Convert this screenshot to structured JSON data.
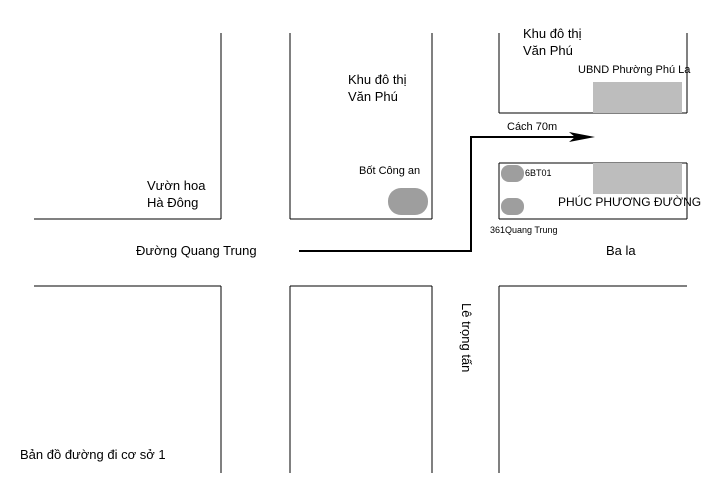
{
  "map": {
    "caption": "Bản đồ đường đi cơ sở 1",
    "areas": {
      "vuon_hoa_line1": "Vườn hoa",
      "vuon_hoa_line2": "Hà Đông",
      "khu_do_thi_center_line1": "Khu đô thị",
      "khu_do_thi_center_line2": "Văn Phú",
      "khu_do_thi_right_line1": "Khu đô thị",
      "khu_do_thi_right_line2": "Văn Phú",
      "ubnd": "UBND Phường Phú La",
      "police": "Bốt Công an",
      "house_6bt01": "6BT01",
      "phuc_phuong": "PHÚC PHƯƠNG ĐƯỜNG",
      "address": "361Quang Trung",
      "ba_la": "Ba la"
    },
    "streets": {
      "quang_trung": "Đường Quang Trung",
      "le_trong_tan": "Lê trọng tấn"
    },
    "route": {
      "distance_label": "Cách 70m"
    },
    "colors": {
      "road_line": "#000000",
      "block_gray": "#bdbdbd",
      "marker_gray": "#9e9e9e"
    }
  }
}
